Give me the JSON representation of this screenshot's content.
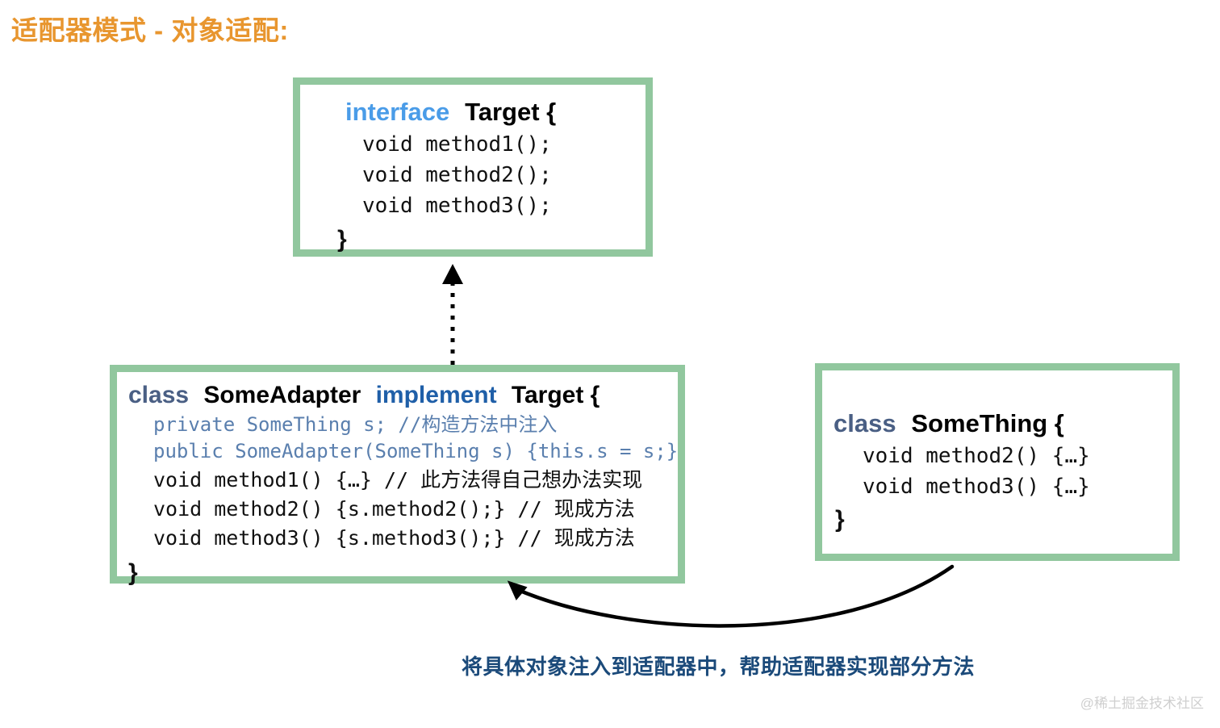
{
  "page": {
    "title": "适配器模式 - 对象适配:",
    "title_color": "#e8962f",
    "background": "#ffffff",
    "watermark": "@稀土掘金技术社区"
  },
  "palette": {
    "box_border_green": "#91c79e",
    "keyword_interface_blue": "#4a9ce8",
    "keyword_class_slate": "#4a5f84",
    "keyword_implement_blue": "#1f5fa8",
    "code_signature_blue": "#5a7fae",
    "code_black": "#111111",
    "caption_navy": "#1b4a7a",
    "watermark_gray": "#cfcfcf",
    "connector_black": "#000000"
  },
  "boxes": {
    "target": {
      "name": "Target interface box",
      "header": {
        "keyword": "interface",
        "identifier": "Target {"
      },
      "lines": [
        "void method1();",
        "void method2();",
        "void method3();"
      ],
      "closing_brace": "}"
    },
    "adapter": {
      "name": "SomeAdapter class box",
      "header": {
        "keyword1": "class",
        "identifier1": "SomeAdapter",
        "keyword2": "implement",
        "identifier2": "Target {"
      },
      "signature_lines": [
        "private SomeThing s; //构造方法中注入",
        "public SomeAdapter(SomeThing s) {this.s = s;}"
      ],
      "method_lines": [
        "void method1() {…} // 此方法得自己想办法实现",
        "void method2() {s.method2();} // 现成方法",
        "void method3() {s.method3();} // 现成方法"
      ],
      "closing_brace": "}"
    },
    "something": {
      "name": "SomeThing class box",
      "header": {
        "keyword": "class",
        "identifier": "SomeThing {"
      },
      "lines": [
        "void method2() {…}",
        "void method3() {…}"
      ],
      "closing_brace": "}"
    }
  },
  "connectors": {
    "realization": {
      "label": "dotted implements arrow from SomeAdapter up to Target",
      "style": "dotted",
      "arrowhead": "hollow-triangle-filled"
    },
    "injection": {
      "label": "curved association arrow from SomeThing to SomeAdapter",
      "style": "solid-curve",
      "arrowhead": "open-arrow"
    }
  },
  "caption": {
    "text": "将具体对象注入到适配器中，帮助适配器实现部分方法"
  }
}
